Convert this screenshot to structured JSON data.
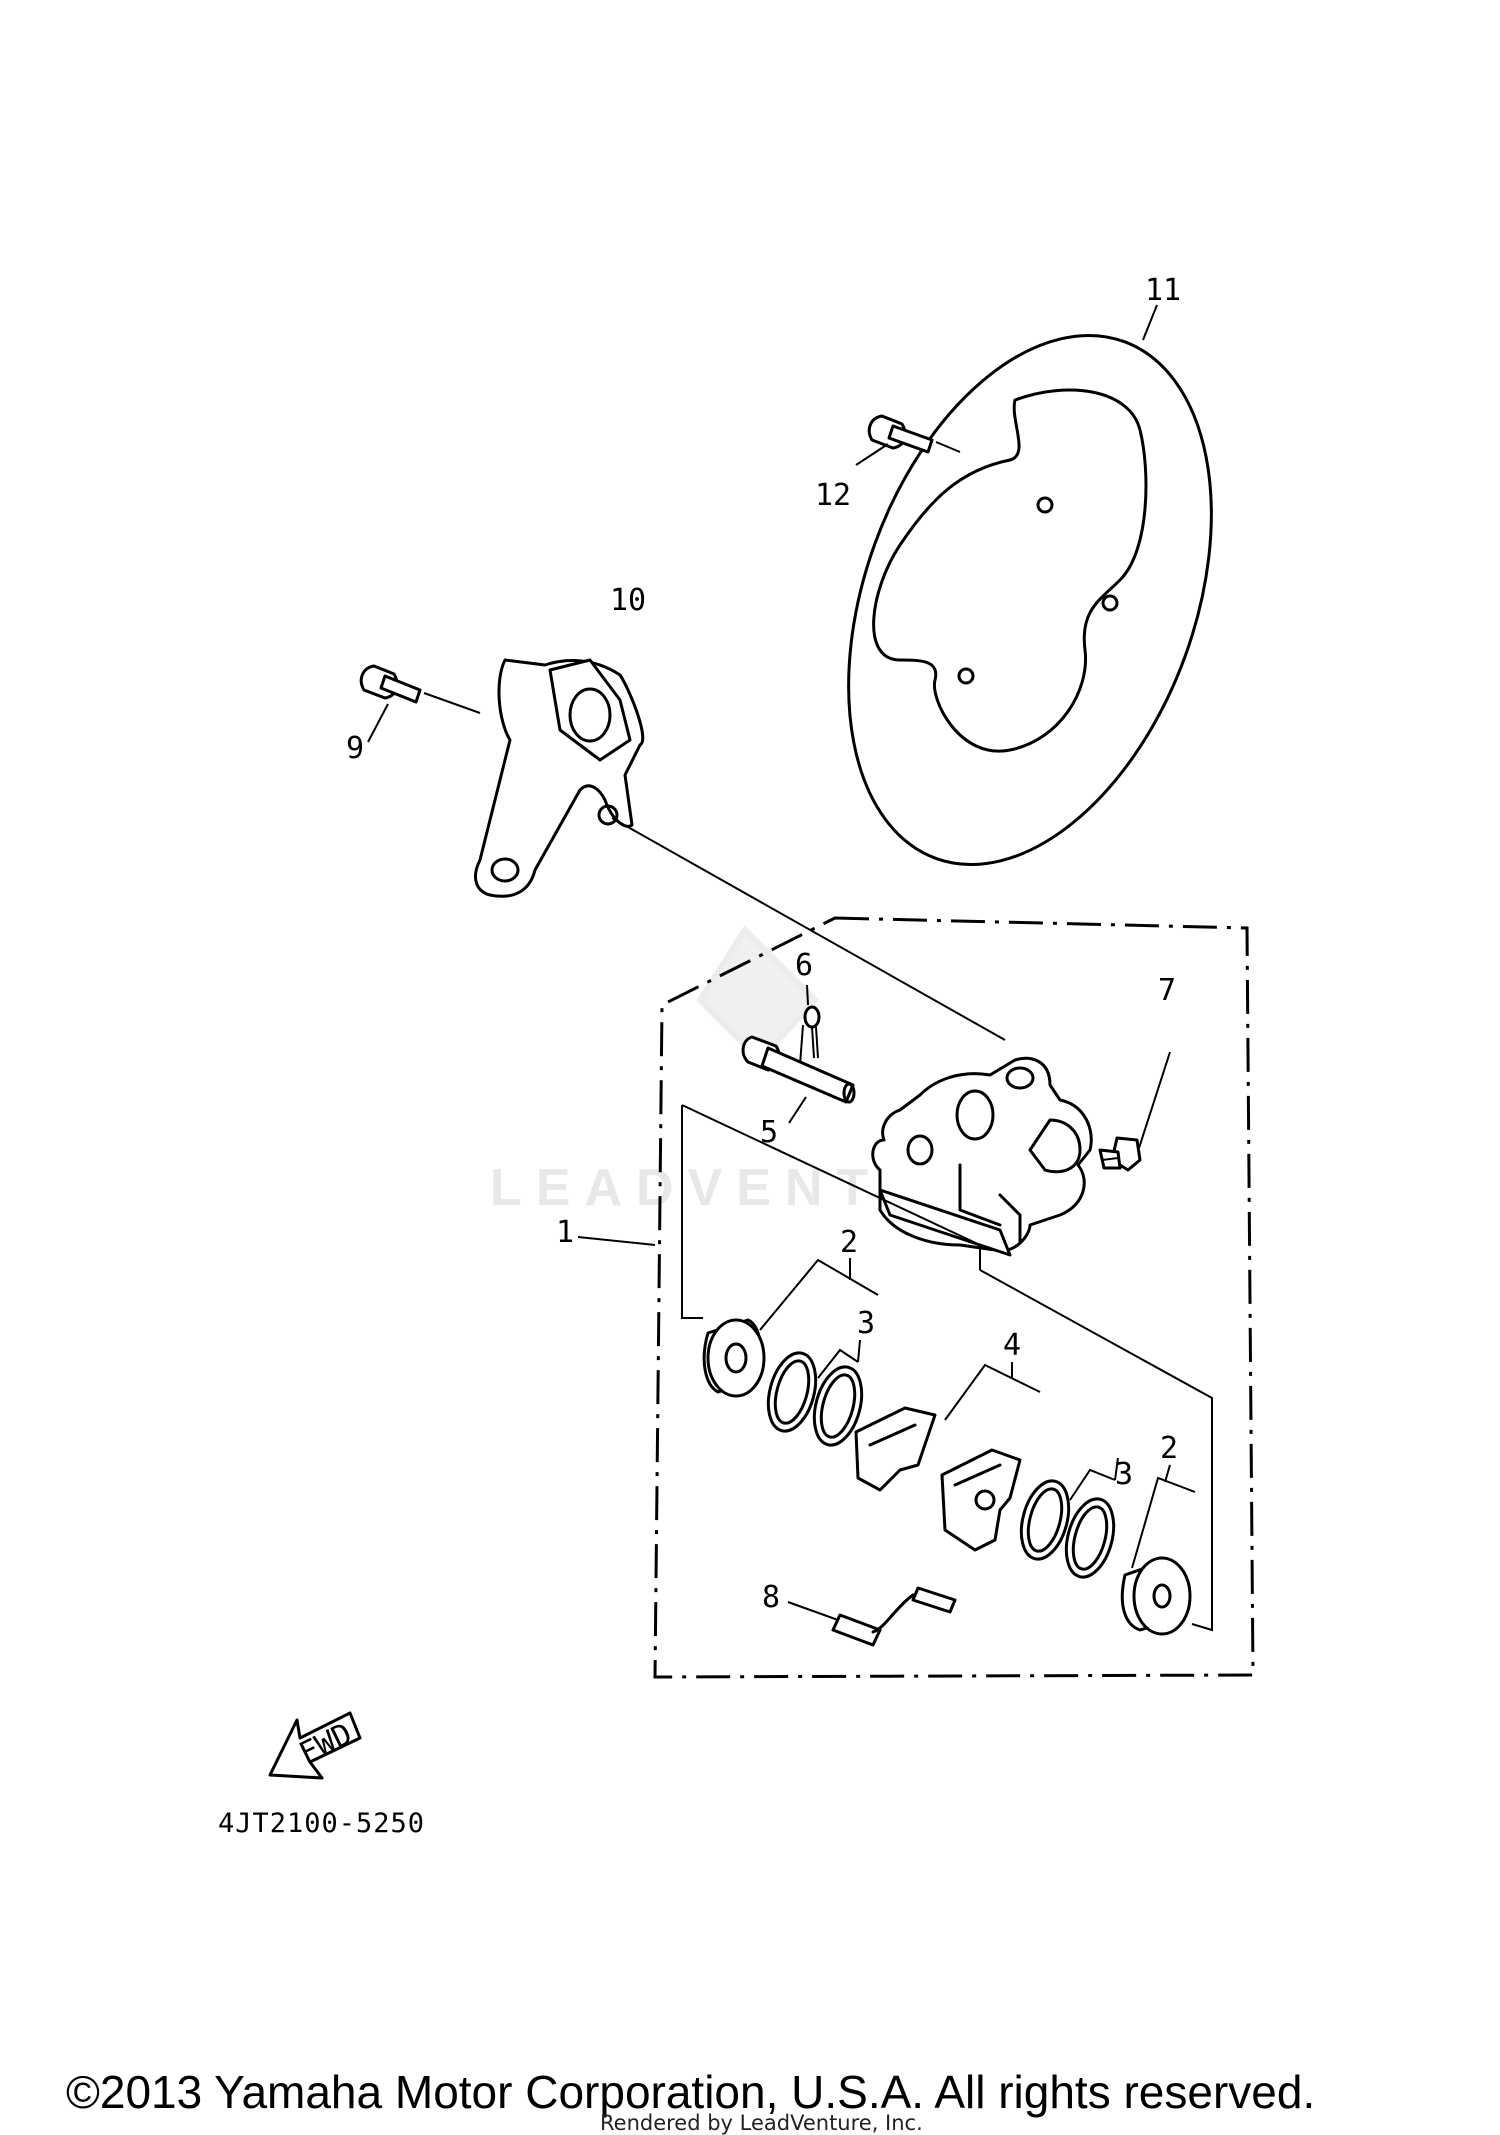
{
  "diagram": {
    "callouts": {
      "p1": "1",
      "p2a": "2",
      "p2b": "2",
      "p3a": "3",
      "p3b": "3",
      "p4": "4",
      "p5": "5",
      "p6": "6",
      "p7": "7",
      "p8": "8",
      "p9": "9",
      "p10": "10",
      "p11": "11",
      "p12": "12"
    },
    "fwd_label": "FWD",
    "drawing_code": "4JT2100-5250",
    "watermark_text": "LEADVENTURE"
  },
  "footer": {
    "copyright": "©2013 Yamaha Motor Corporation, U.S.A. All rights reserved.",
    "rendered_by": "Rendered by LeadVenture, Inc."
  }
}
